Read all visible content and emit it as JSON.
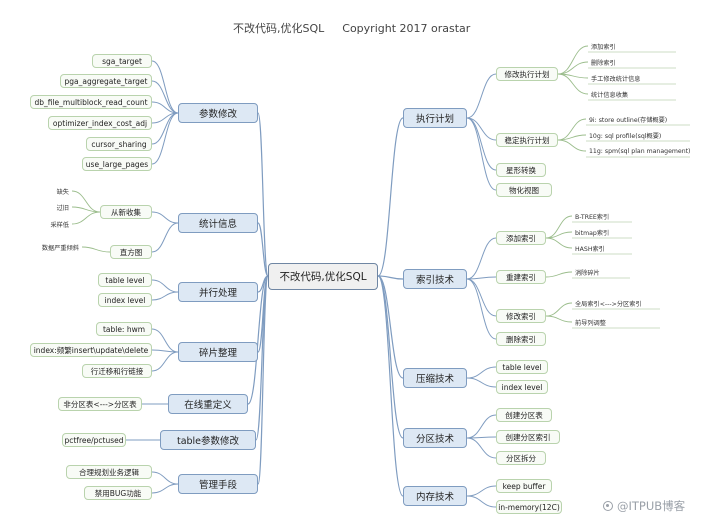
{
  "title": {
    "text": "不改代码,优化SQL",
    "copyright": "Copyright 2017 orastar"
  },
  "center": "不改代码,优化SQL",
  "left": [
    {
      "label": "参数修改",
      "subs": [
        {
          "label": "sga_target"
        },
        {
          "label": "pga_aggregate_target"
        },
        {
          "label": "db_file_multiblock_read_count"
        },
        {
          "label": "optimizer_index_cost_adj"
        },
        {
          "label": "cursor_sharing"
        },
        {
          "label": "use_large_pages"
        }
      ]
    },
    {
      "label": "统计信息",
      "subs": [
        {
          "label": "从新收集",
          "leaves": [
            "缺失",
            "过旧",
            "采样低"
          ]
        },
        {
          "label": "直方图",
          "leaves": [
            "数据严重倾斜"
          ]
        }
      ]
    },
    {
      "label": "并行处理",
      "subs": [
        {
          "label": "table level"
        },
        {
          "label": "index level"
        }
      ]
    },
    {
      "label": "碎片整理",
      "subs": [
        {
          "label": "table: hwm"
        },
        {
          "label": "index:频繁insert\\update\\delete"
        },
        {
          "label": "行迁移和行链接"
        }
      ]
    },
    {
      "label": "在线重定义",
      "subs": [
        {
          "label": "非分区表<--->分区表"
        }
      ]
    },
    {
      "label": "table参数修改",
      "subs": [
        {
          "label": "pctfree/pctused"
        }
      ]
    },
    {
      "label": "管理手段",
      "subs": [
        {
          "label": "合理规划业务逻辑"
        },
        {
          "label": "禁用BUG功能"
        }
      ]
    }
  ],
  "right": [
    {
      "label": "执行计划",
      "subs": [
        {
          "label": "修改执行计划",
          "leaves": [
            "添加索引",
            "删除索引",
            "手工修改统计信息",
            "统计信息收集"
          ]
        },
        {
          "label": "稳定执行计划",
          "leaves": [
            "9i: store outline(存储概要)",
            "10g: sql profile(sql概要)",
            "11g: spm(sql plan management)"
          ]
        },
        {
          "label": "星形转换"
        },
        {
          "label": "物化视图"
        }
      ]
    },
    {
      "label": "索引技术",
      "subs": [
        {
          "label": "添加索引",
          "leaves": [
            "B-TREE索引",
            "bitmap索引",
            "HASH索引"
          ]
        },
        {
          "label": "重建索引",
          "leaves": [
            "消除碎片"
          ]
        },
        {
          "label": "修改索引",
          "leaves": [
            "全局索引<--->分区索引",
            "前导列调整"
          ]
        },
        {
          "label": "删除索引"
        }
      ]
    },
    {
      "label": "压缩技术",
      "subs": [
        {
          "label": "table level"
        },
        {
          "label": "index level"
        }
      ]
    },
    {
      "label": "分区技术",
      "subs": [
        {
          "label": "创建分区表"
        },
        {
          "label": "创建分区索引"
        },
        {
          "label": "分区拆分"
        }
      ]
    },
    {
      "label": "内存技术",
      "subs": [
        {
          "label": "keep buffer"
        },
        {
          "label": "in-memory(12C)"
        }
      ]
    }
  ],
  "watermark": "@ITPUB博客",
  "colors": {
    "line": "#7f9cc0",
    "main_fill": "#dde8f4",
    "sub_border": "#b9d3ad"
  }
}
